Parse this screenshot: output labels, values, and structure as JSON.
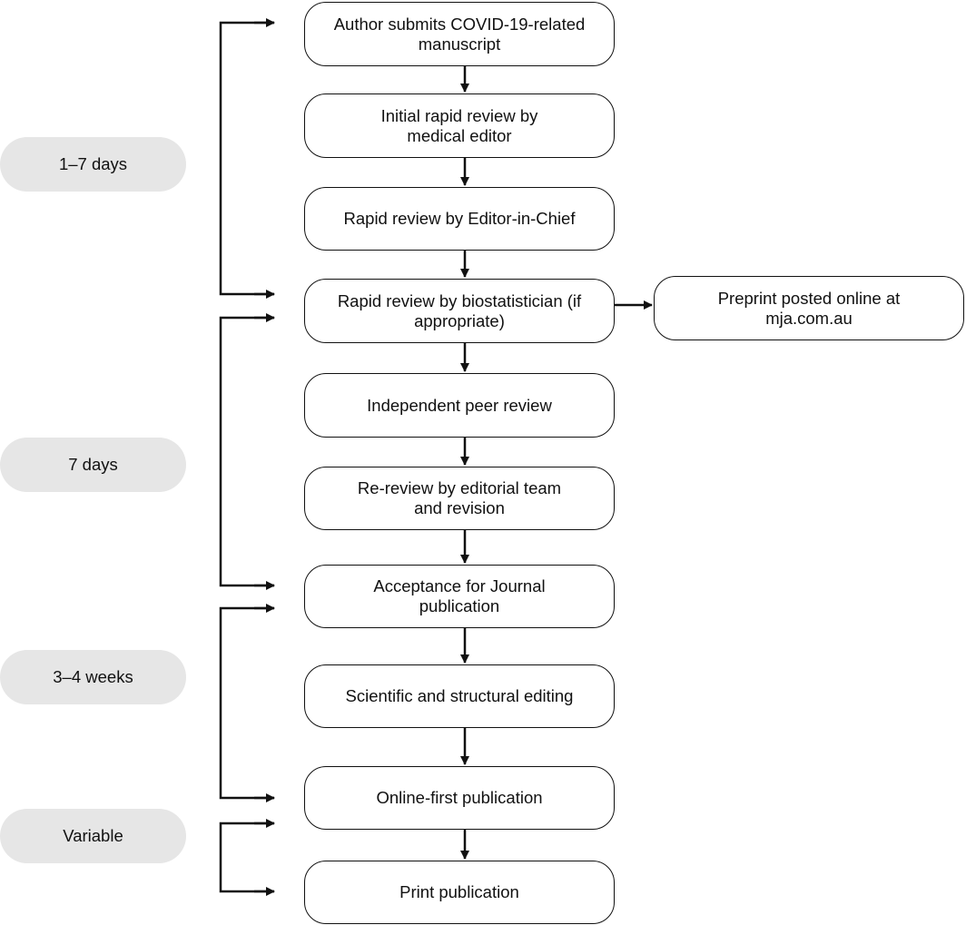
{
  "steps": {
    "submit": "Author submits COVID-19-related manuscript",
    "initial_review": "Initial rapid review by medical editor",
    "eic_review": "Rapid review by Editor-in-Chief",
    "biostat_review": "Rapid review by biostatistician (if appropriate)",
    "preprint": "Preprint posted online at mja.com.au",
    "peer_review": "Independent peer review",
    "re_review": "Re-review by editorial team and revision",
    "acceptance": "Acceptance for Journal publication",
    "editing": "Scientific and structural editing",
    "online_first": "Online-first publication",
    "print": "Print publication"
  },
  "durations": {
    "phase1": "1–7 days",
    "phase2": "7 days",
    "phase3": "3–4 weeks",
    "phase4": "Variable"
  },
  "colors": {
    "line": "#111111",
    "duration_fill": "#e6e6e6"
  }
}
